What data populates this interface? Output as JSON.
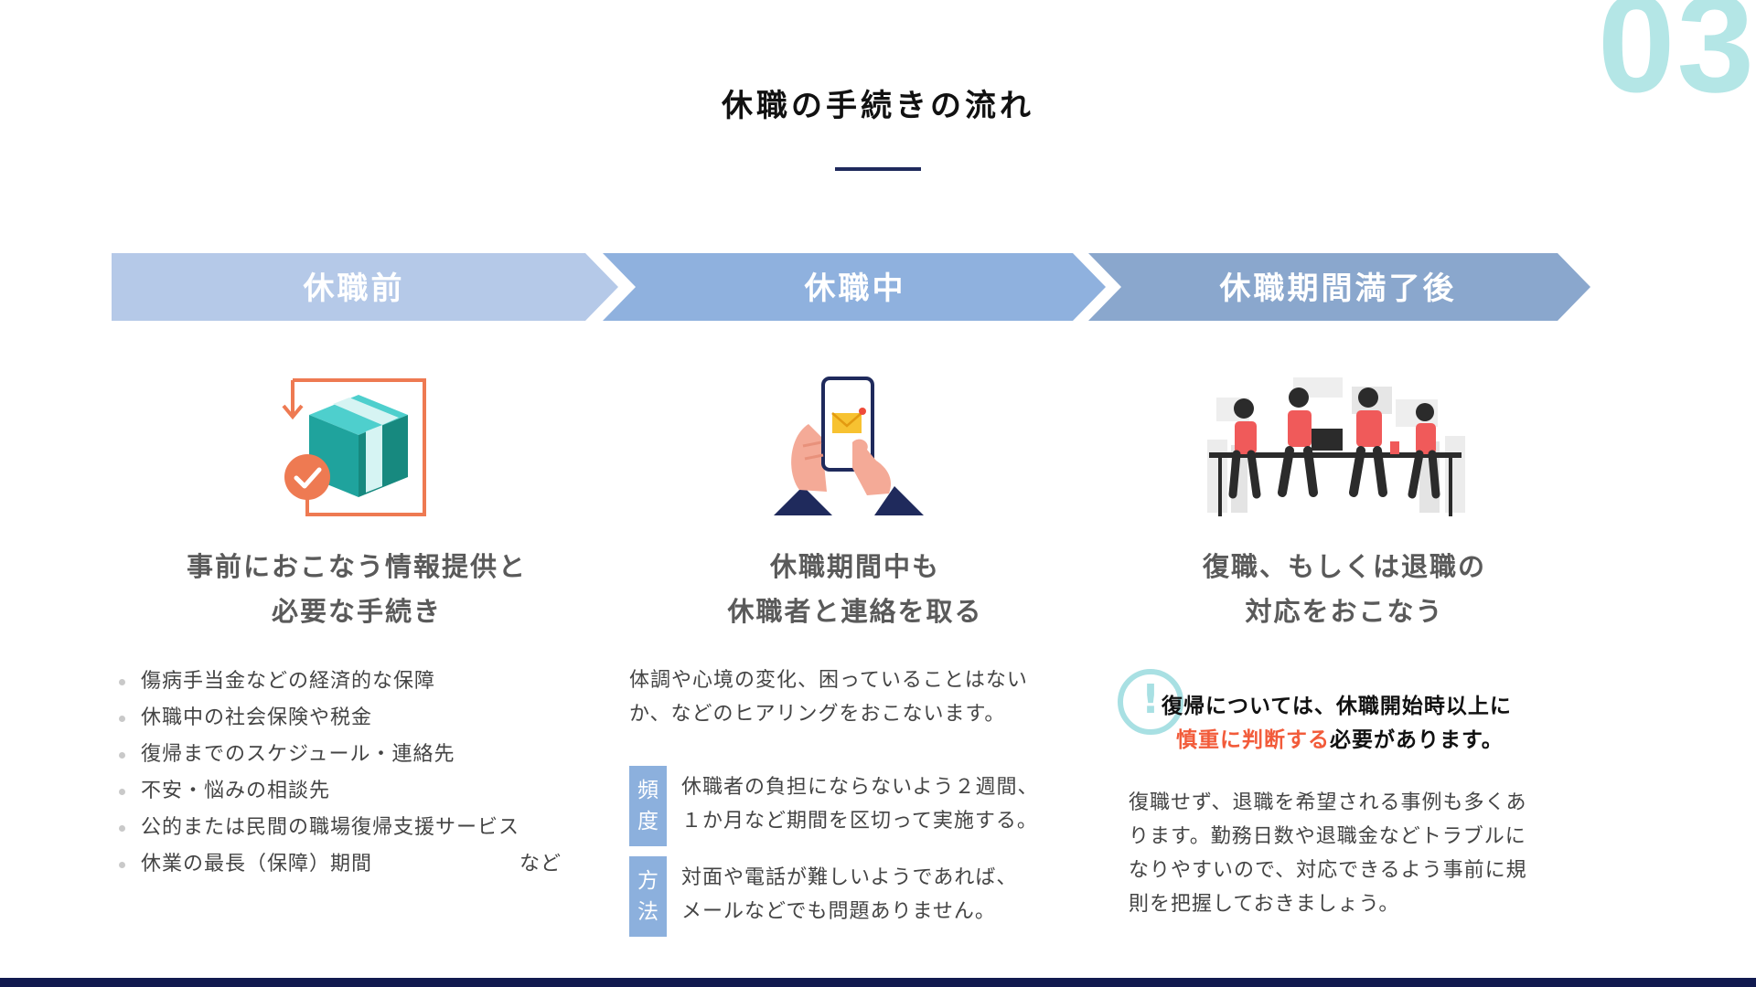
{
  "page": {
    "number": "03",
    "title": "休職の手続きの流れ"
  },
  "colors": {
    "step1": "#b5c9e8",
    "step2": "#8fb1de",
    "step3": "#8aa7cd",
    "accent_red": "#f25b3a",
    "accent_teal": "#a8e0e3",
    "navy": "#1f2a5c"
  },
  "steps": [
    {
      "label": "休職前",
      "icon": "package-check-icon",
      "heading": [
        "事前におこなう情報提供と",
        "必要な手続き"
      ]
    },
    {
      "label": "休職中",
      "icon": "smartphone-mail-icon",
      "heading": [
        "休職期間中も",
        "休職者と連絡を取る"
      ]
    },
    {
      "label": "休職期間満了後",
      "icon": "team-meeting-icon",
      "heading": [
        "復職、もしくは退職の",
        "対応をおこなう"
      ]
    }
  ],
  "before": {
    "items": [
      "傷病手当金などの経済的な保障",
      "休職中の社会保険や税金",
      "復帰までのスケジュール・連絡先",
      "不安・悩みの相談先",
      "公的または民間の職場復帰支援サービス",
      "休業の最長（保障）期間"
    ],
    "suffix": "など"
  },
  "during": {
    "intro": [
      "体調や心境の変化、困っていることはない",
      "か、などのヒアリングをおこないます。"
    ],
    "rows": [
      {
        "tag": [
          "頻",
          "度"
        ],
        "text": [
          "休職者の負担にならないよう２週間、",
          "１か月など期間を区切って実施する。"
        ]
      },
      {
        "tag": [
          "方",
          "法"
        ],
        "text": [
          "対面や電話が難しいようであれば、",
          "メールなどでも問題ありません。"
        ]
      }
    ]
  },
  "after": {
    "note_icon": "exclamation-circle-icon",
    "note_symbol": "!",
    "note_line1": "復帰については、休職開始時以上に",
    "note_highlight": "慎重に判断する",
    "note_rest": "必要があります。",
    "body": [
      "復職せず、退職を希望される事例も多くあ",
      "ります。勤務日数や退職金などトラブルに",
      "なりやすいので、対応できるよう事前に規",
      "則を把握しておきましょう。"
    ]
  }
}
